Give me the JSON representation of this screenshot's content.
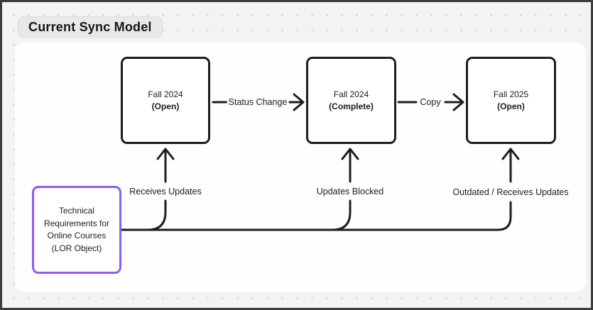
{
  "title": "Current Sync Model",
  "colors": {
    "ink": "#1d1d1f",
    "accent_purple": "#8b5cf6",
    "canvas_background": "#f4f3f3",
    "panel_background": "#fefefe",
    "pill_background": "#e9e8e8",
    "dot_grid": "#cfcdce",
    "frame_border": "#3c3c3c"
  },
  "diagram": {
    "nodes": [
      {
        "id": "fall-2024-open",
        "line1": "Fall 2024",
        "line2": "(Open)"
      },
      {
        "id": "fall-2024-complete",
        "line1": "Fall 2024",
        "line2": "(Complete)"
      },
      {
        "id": "fall-2025-open",
        "line1": "Fall 2025",
        "line2": "(Open)"
      }
    ],
    "source_node": {
      "id": "lor-object",
      "lines": [
        "Technical",
        "Requirements for",
        "Online Courses",
        "(LOR Object)"
      ]
    },
    "edge_labels": {
      "status_change": "Status Change",
      "copy": "Copy"
    },
    "branch_labels": {
      "receives_updates": "Receives Updates",
      "updates_blocked": "Updates Blocked",
      "outdated_receives_updates": "Outdated / Receives Updates"
    }
  }
}
